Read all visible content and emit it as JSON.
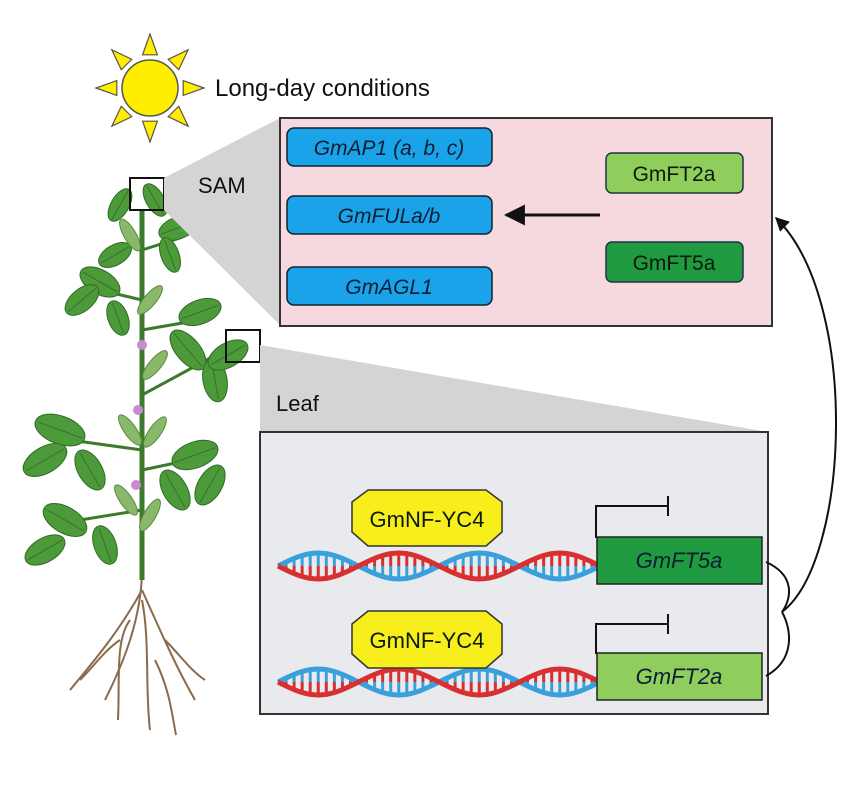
{
  "diagram": {
    "condition_label": "Long-day conditions",
    "sam_label": "SAM",
    "leaf_label": "Leaf",
    "sam_panel": {
      "targets": [
        "GmAP1 (a, b, c)",
        "GmFULa/b",
        "GmAGL1"
      ],
      "regulators": [
        "GmFT2a",
        "GmFT5a"
      ]
    },
    "leaf_panel": {
      "transcription_factor": "GmNF-YC4",
      "genes": [
        "GmFT5a",
        "GmFT2a"
      ]
    },
    "colors": {
      "sam_panel_bg": "#f6d9df",
      "leaf_panel_bg": "#e8eaed",
      "target_box": "#1aa3e8",
      "ft2a_box": "#8fce5c",
      "ft5a_box": "#1f9a40",
      "tf_hexagon": "#f8ee1c",
      "sun": "#ffee00",
      "dna_red": "#d83030",
      "dna_blue": "#3aa0dc"
    },
    "icons": [
      "sun-icon",
      "soybean-plant-icon",
      "dna-helix-icon",
      "repression-arrow-icon"
    ]
  }
}
